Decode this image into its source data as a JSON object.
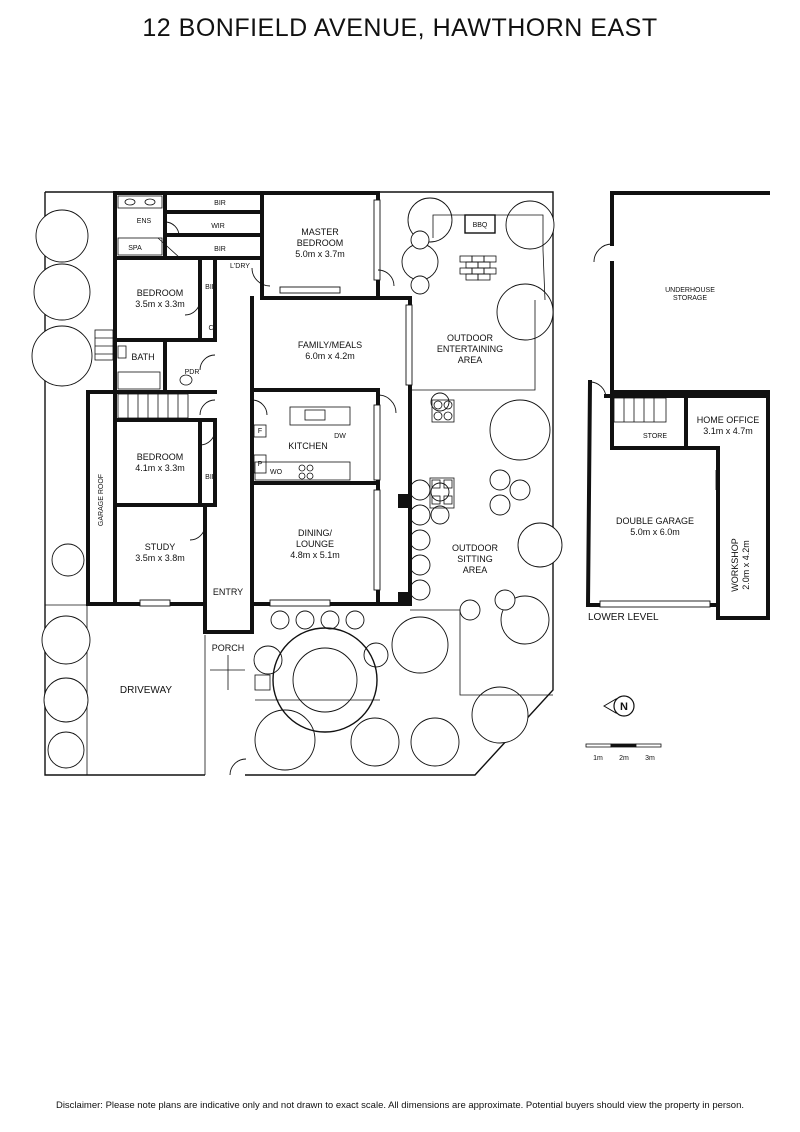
{
  "title": "12 BONFIELD AVENUE, HAWTHORN EAST",
  "disclaimer": "Disclaimer: Please note plans are indicative only and not drawn to exact scale. All dimensions are approximate. Potential buyers should view the property in person.",
  "rooms": {
    "ens": "ENS",
    "spa": "SPA",
    "bir_top": "BIR",
    "wir": "WIR",
    "bir_mid": "BIR",
    "master_name1": "MASTER",
    "master_name2": "BEDROOM",
    "master_dim": "5.0m x 3.7m",
    "bbq": "BBQ",
    "ldry": "L'DRY",
    "bed1_name": "BEDROOM",
    "bed1_dim": "3.5m x 3.3m",
    "bir_bed1": "BIR",
    "c": "C",
    "bath": "BATH",
    "pdr": "PDR",
    "family_name": "FAMILY/MEALS",
    "family_dim": "6.0m x 4.2m",
    "outdoor_ent1": "OUTDOOR",
    "outdoor_ent2": "ENTERTAINING",
    "outdoor_ent3": "AREA",
    "kitchen": "KITCHEN",
    "dw": "DW",
    "f": "F",
    "p": "P",
    "wo": "WO",
    "bed2_name": "BEDROOM",
    "bed2_dim": "4.1m x 3.3m",
    "bir_bed2": "BIR",
    "garage_roof": "GARAGE ROOF",
    "study_name": "STUDY",
    "study_dim": "3.5m x 3.8m",
    "dining_name1": "DINING/",
    "dining_name2": "LOUNGE",
    "dining_dim": "4.8m x 5.1m",
    "outdoor_sit1": "OUTDOOR",
    "outdoor_sit2": "SITTING",
    "outdoor_sit3": "AREA",
    "entry": "ENTRY",
    "porch": "PORCH",
    "driveway": "DRIVEWAY"
  },
  "lower": {
    "underhouse1": "UNDERHOUSE",
    "underhouse2": "STORAGE",
    "home_office_name": "HOME OFFICE",
    "home_office_dim": "3.1m x 4.7m",
    "store": "STORE",
    "garage_name": "DOUBLE GARAGE",
    "garage_dim": "5.0m x 6.0m",
    "workshop_name": "WORKSHOP",
    "workshop_dim": "2.0m x 4.2m",
    "level_label": "LOWER LEVEL"
  },
  "north": "N",
  "scale": [
    "1m",
    "2m",
    "3m"
  ]
}
